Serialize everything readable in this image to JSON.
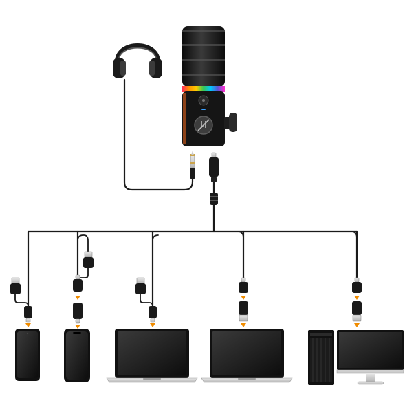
{
  "diagram": {
    "microphone": {
      "icon": "usb-microphone-icon",
      "rgb_ring": [
        "#ff2d55",
        "#ff9500",
        "#ffcc00",
        "#34c759",
        "#00c7ff",
        "#5856d6",
        "#ff2dcc"
      ]
    },
    "headphones": {
      "icon": "headphones-icon"
    },
    "arrow_color": "#f08c00",
    "devices": [
      {
        "id": "android-phone",
        "icon": "android-phone-icon",
        "connector": "usb-a-to-usb-c-adapter"
      },
      {
        "id": "iphone",
        "icon": "iphone-icon",
        "connector": "usb-a-usb-c-to-lightning-adapter"
      },
      {
        "id": "laptop-1",
        "icon": "laptop-icon",
        "connector": "usb-a-to-usb-c-adapter"
      },
      {
        "id": "laptop-2",
        "icon": "laptop-icon",
        "connector": "usb-c-to-usb-a-adapter"
      },
      {
        "id": "desktop-pc",
        "icon": "desktop-pc-with-monitor-icon",
        "connector": "usb-c-to-usb-a-adapter"
      }
    ]
  }
}
